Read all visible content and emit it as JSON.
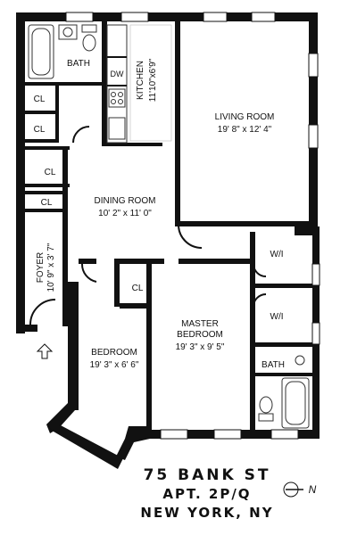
{
  "rooms": {
    "bath_top": "BATH",
    "dw": "DW",
    "kitchen": "KITCHEN",
    "kitchen_dims": "11'10\"x6'9\"",
    "living_room": "LIVING ROOM",
    "living_room_dims": "19' 8\" x 12' 4\"",
    "closet": "CL",
    "dining_room": "DINING ROOM",
    "dining_room_dims": "10' 2\" x 11' 0\"",
    "foyer": "FOYER",
    "foyer_dims": "10' 9\" x 3' 7\"",
    "walk_in": "W/I",
    "master_bedroom": "MASTER",
    "master_bedroom_2": "BEDROOM",
    "master_bedroom_dims": "19' 3\" x 9' 5\"",
    "bedroom": "BEDROOM",
    "bedroom_dims": "19' 3\" x 6' 6\"",
    "bath_bottom": "BATH"
  },
  "address": {
    "line1": "75 BANK ST",
    "line2": "APT. 2P/Q",
    "line3": "NEW YORK, NY"
  },
  "compass": {
    "label": "N"
  },
  "colors": {
    "wall": "#111111",
    "background": "#ffffff"
  }
}
